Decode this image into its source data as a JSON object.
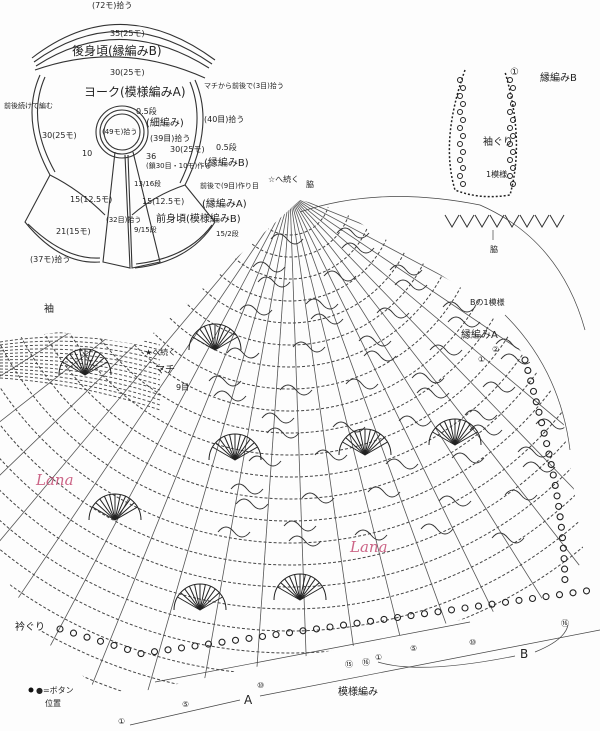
{
  "schematic": {
    "back_pickup": "(72モ)拾う",
    "back_width": "35(25モ)",
    "back_label": "後身頃(縁編みB)",
    "yoke_width": "30(25モ)",
    "yoke_label": "ヨーク(模様編みA)",
    "continuous_note": "前後続けて編む",
    "gusset_pickup": "マチから前後で(3目)拾う",
    "neck_rows": "0.5段",
    "neck_label": "(細編み)",
    "neck_pickup": "(39目)拾う",
    "center_pickup": "(49モ)拾う",
    "side_pickup": "(40目)拾う",
    "left_width": "30(25モ)",
    "right_width": "30(25モ)",
    "right_rows": "0.5段",
    "dim_10": "10",
    "dim_36": "36",
    "chain_note": "(鎖30目・10モ)作る",
    "edge_b": "(縁編みB)",
    "front_back_cast": "前後で(9目)作り目",
    "left_front_width": "15(12.5モ)",
    "right_front_width": "15(12.5モ)",
    "edge_a": "(縁編みA)",
    "placket_rows": "13/16段",
    "placket_pickup": "(32目)拾う",
    "front_label": "前身頃(模様編みB)",
    "front_rows": "15/2段",
    "hem_width": "21(15モ)",
    "hem_rows": "9/15段",
    "hem_pickup": "(37モ)拾う"
  },
  "armhole": {
    "edge_label": "縁編みB",
    "row_marker": "①",
    "title": "袖ぐり",
    "pattern_label": "1模様",
    "side_label": "脇"
  },
  "main": {
    "continue_star_open": "☆へ続く",
    "side_label": "脇",
    "b_repeat": "Bの1模様",
    "edge_a": "縁編みA",
    "edge_row1": "①",
    "edge_row2": "②",
    "sleeve_label": "袖",
    "continue_star_filled": "★へ続く",
    "gusset_label": "マチ",
    "gusset_count": "9目",
    "neckline_label": "衿ぐり",
    "button_note_1": "●=ボタン",
    "button_note_2": "位置",
    "section_a": "A",
    "section_b": "B",
    "pattern_label": "模様編み",
    "row_markers": [
      "①",
      "⑤",
      "⑩",
      "⑮",
      "⑯",
      "①",
      "⑤",
      "⑩",
      "⑯"
    ],
    "watermark": "Lana"
  }
}
